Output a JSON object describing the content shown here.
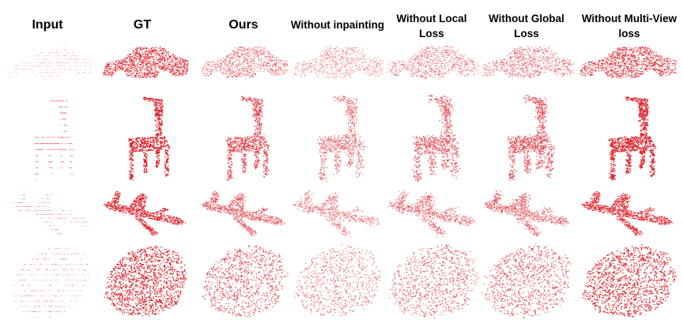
{
  "figure": {
    "columns": [
      {
        "id": "input",
        "label": "Input"
      },
      {
        "id": "gt",
        "label": "GT"
      },
      {
        "id": "ours",
        "label": "Ours"
      },
      {
        "id": "no-inpaint",
        "label": "Without inpainting"
      },
      {
        "id": "no-local",
        "label": "Without Local\nLoss"
      },
      {
        "id": "no-global",
        "label": "Without Global\nLoss"
      },
      {
        "id": "no-mv",
        "label": "Without Multi-View\nloss"
      }
    ],
    "rows": [
      {
        "object": "car-side"
      },
      {
        "object": "chair"
      },
      {
        "object": "airplane"
      },
      {
        "object": "car-top"
      }
    ],
    "point_color": "#d90f18"
  }
}
